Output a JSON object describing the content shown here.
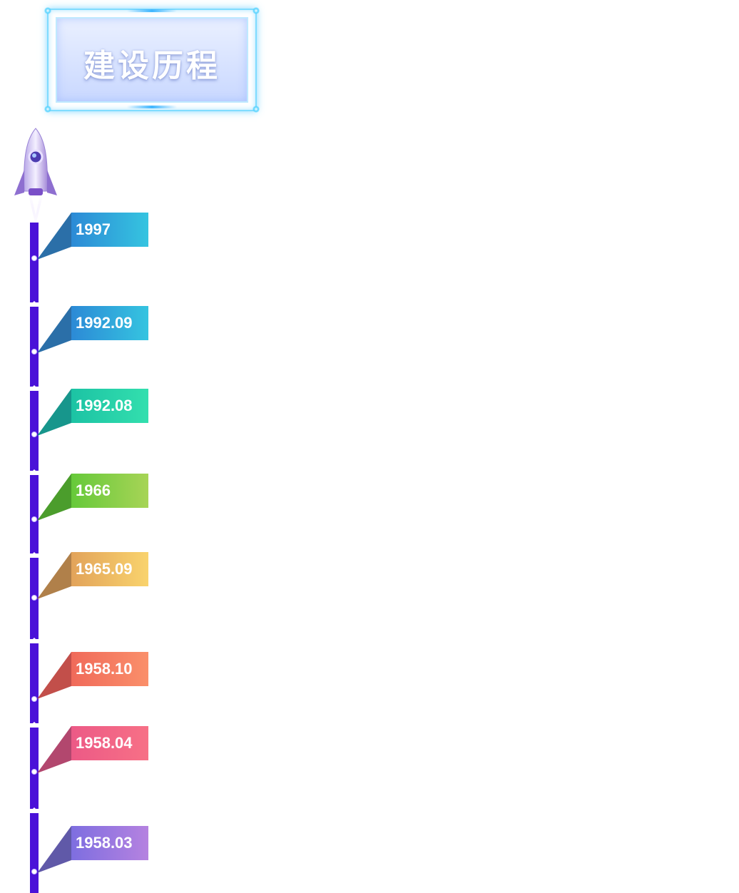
{
  "title": "建设历程",
  "colors": {
    "line": "#4a12d8",
    "dot": "#ffffff"
  },
  "timeline": [
    {
      "label": "1997",
      "grad": [
        "#2c8ad6",
        "#35c4e0"
      ],
      "fold": "#2b6fa8"
    },
    {
      "label": "1992.09",
      "grad": [
        "#2c8ad6",
        "#35c4e0"
      ],
      "fold": "#2b6fa8"
    },
    {
      "label": "1992.08",
      "grad": [
        "#1cc3a4",
        "#33dfae"
      ],
      "fold": "#17968c"
    },
    {
      "label": "1966",
      "grad": [
        "#66c93a",
        "#a7d456"
      ],
      "fold": "#4b9d2c"
    },
    {
      "label": "1965.09",
      "grad": [
        "#e2a35a",
        "#f9d36d"
      ],
      "fold": "#b0804a"
    },
    {
      "label": "1958.10",
      "grad": [
        "#f06a5a",
        "#fa8f6a"
      ],
      "fold": "#c24f4a"
    },
    {
      "label": "1958.04",
      "grad": [
        "#ec5a86",
        "#f77086"
      ],
      "fold": "#b2476e"
    },
    {
      "label": "1958.03",
      "grad": [
        "#7e6ee0",
        "#b582e0"
      ],
      "fold": "#6059a8"
    }
  ]
}
